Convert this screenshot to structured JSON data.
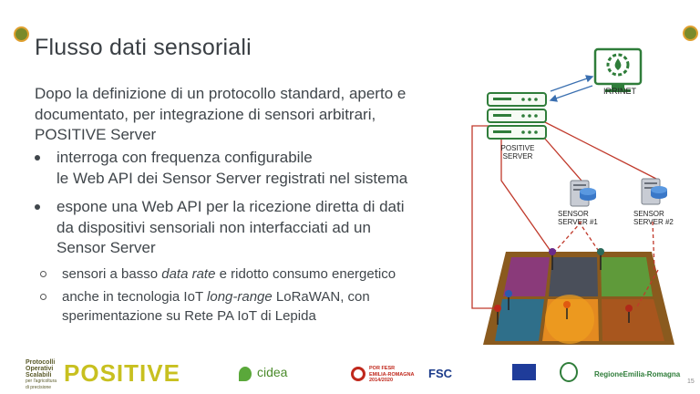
{
  "slide": {
    "title": "Flusso dati sensoriali",
    "intro": "Dopo la definizione di un protocollo standard, aperto e documentato, per integrazione di sensori arbitrari, POSITIVE Server",
    "bullets": [
      {
        "line1": "interroga con frequenza configurabile",
        "line2": "le Web API dei Sensor Server registrati nel sistema"
      },
      {
        "line1": "espone una Web API per la ricezione diretta di dati",
        "line2": "da dispositivi sensoriali non interfacciati ad un",
        "line3": "Sensor Server"
      }
    ],
    "subbullets": [
      {
        "pre": "sensori a basso ",
        "em": "data rate",
        "post": " e ridotto consumo energetico"
      },
      {
        "pre": "anche in tecnologia IoT ",
        "em": "long-range",
        "post": " LoRaWAN, con",
        "line2": "sperimentazione su Rete PA IoT di Lepida"
      }
    ],
    "page_number": "15"
  },
  "diagram": {
    "irrinet_label": "IRRINET",
    "positive_server_label": [
      "POSITIVE",
      "SERVER"
    ],
    "sensor_server_1_label": [
      "SENSOR",
      "SERVER #1"
    ],
    "sensor_server_2_label": [
      "SENSOR",
      "SERVER #2"
    ]
  },
  "footer": {
    "positive_logo_text": [
      "Protocolli",
      "Operativi",
      "Scalabili",
      "per l'agricoltura",
      "di precisione"
    ],
    "positive_word": "POSITIVE",
    "cidea_label": "cidea",
    "por_fesr_label": [
      "POR FESR",
      "EMILIA-ROMAGNA",
      "2014/2020"
    ],
    "fsc_label": "FSC",
    "regione_label": "RegioneEmilia-Romagna"
  },
  "colors": {
    "accent_green": "#6aa030",
    "red_line": "#c0392b",
    "blue_arrow": "#3a6fb0",
    "server_green": "#2f7d3a"
  }
}
